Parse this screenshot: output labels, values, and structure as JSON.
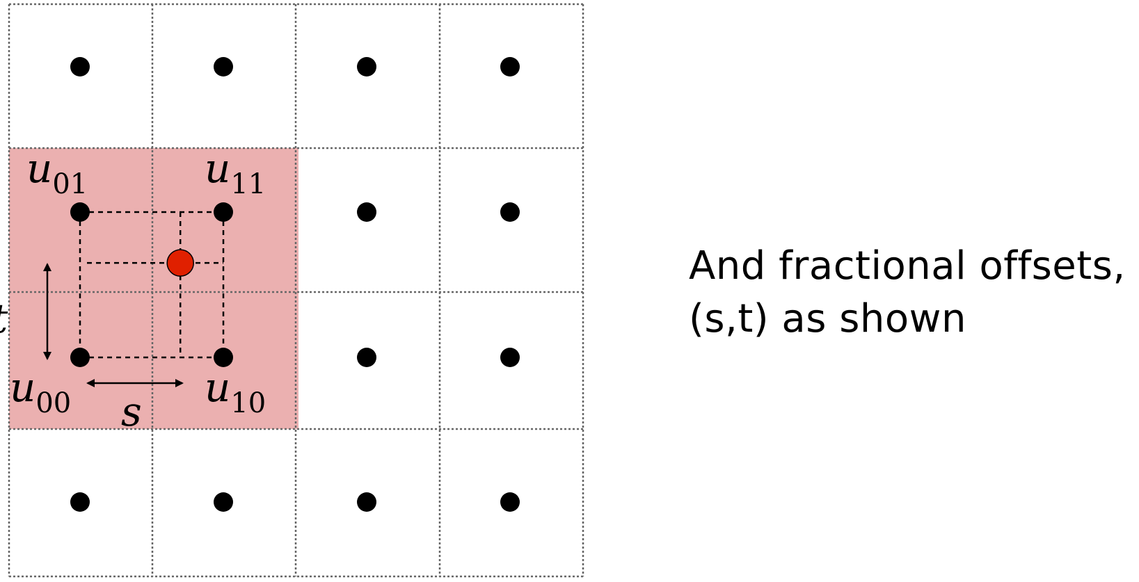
{
  "caption": {
    "line1": "And fractional offsets,",
    "line2": "(s,t) as shown"
  },
  "labels": {
    "u00": {
      "base": "u",
      "sub": "00"
    },
    "u01": {
      "base": "u",
      "sub": "01"
    },
    "u10": {
      "base": "u",
      "sub": "10"
    },
    "u11": {
      "base": "u",
      "sub": "11"
    },
    "s": "s",
    "t": "t"
  },
  "colors": {
    "highlight": "#ebb0b0",
    "sample_point": "#e02000",
    "grid_line": "#666666",
    "texel": "#000000"
  },
  "grid": {
    "rows": 4,
    "cols": 4,
    "highlighted_block": {
      "cols": [
        0,
        1
      ],
      "rows": [
        1,
        2
      ]
    }
  },
  "sample": {
    "s": 0.7,
    "t": 0.65
  }
}
